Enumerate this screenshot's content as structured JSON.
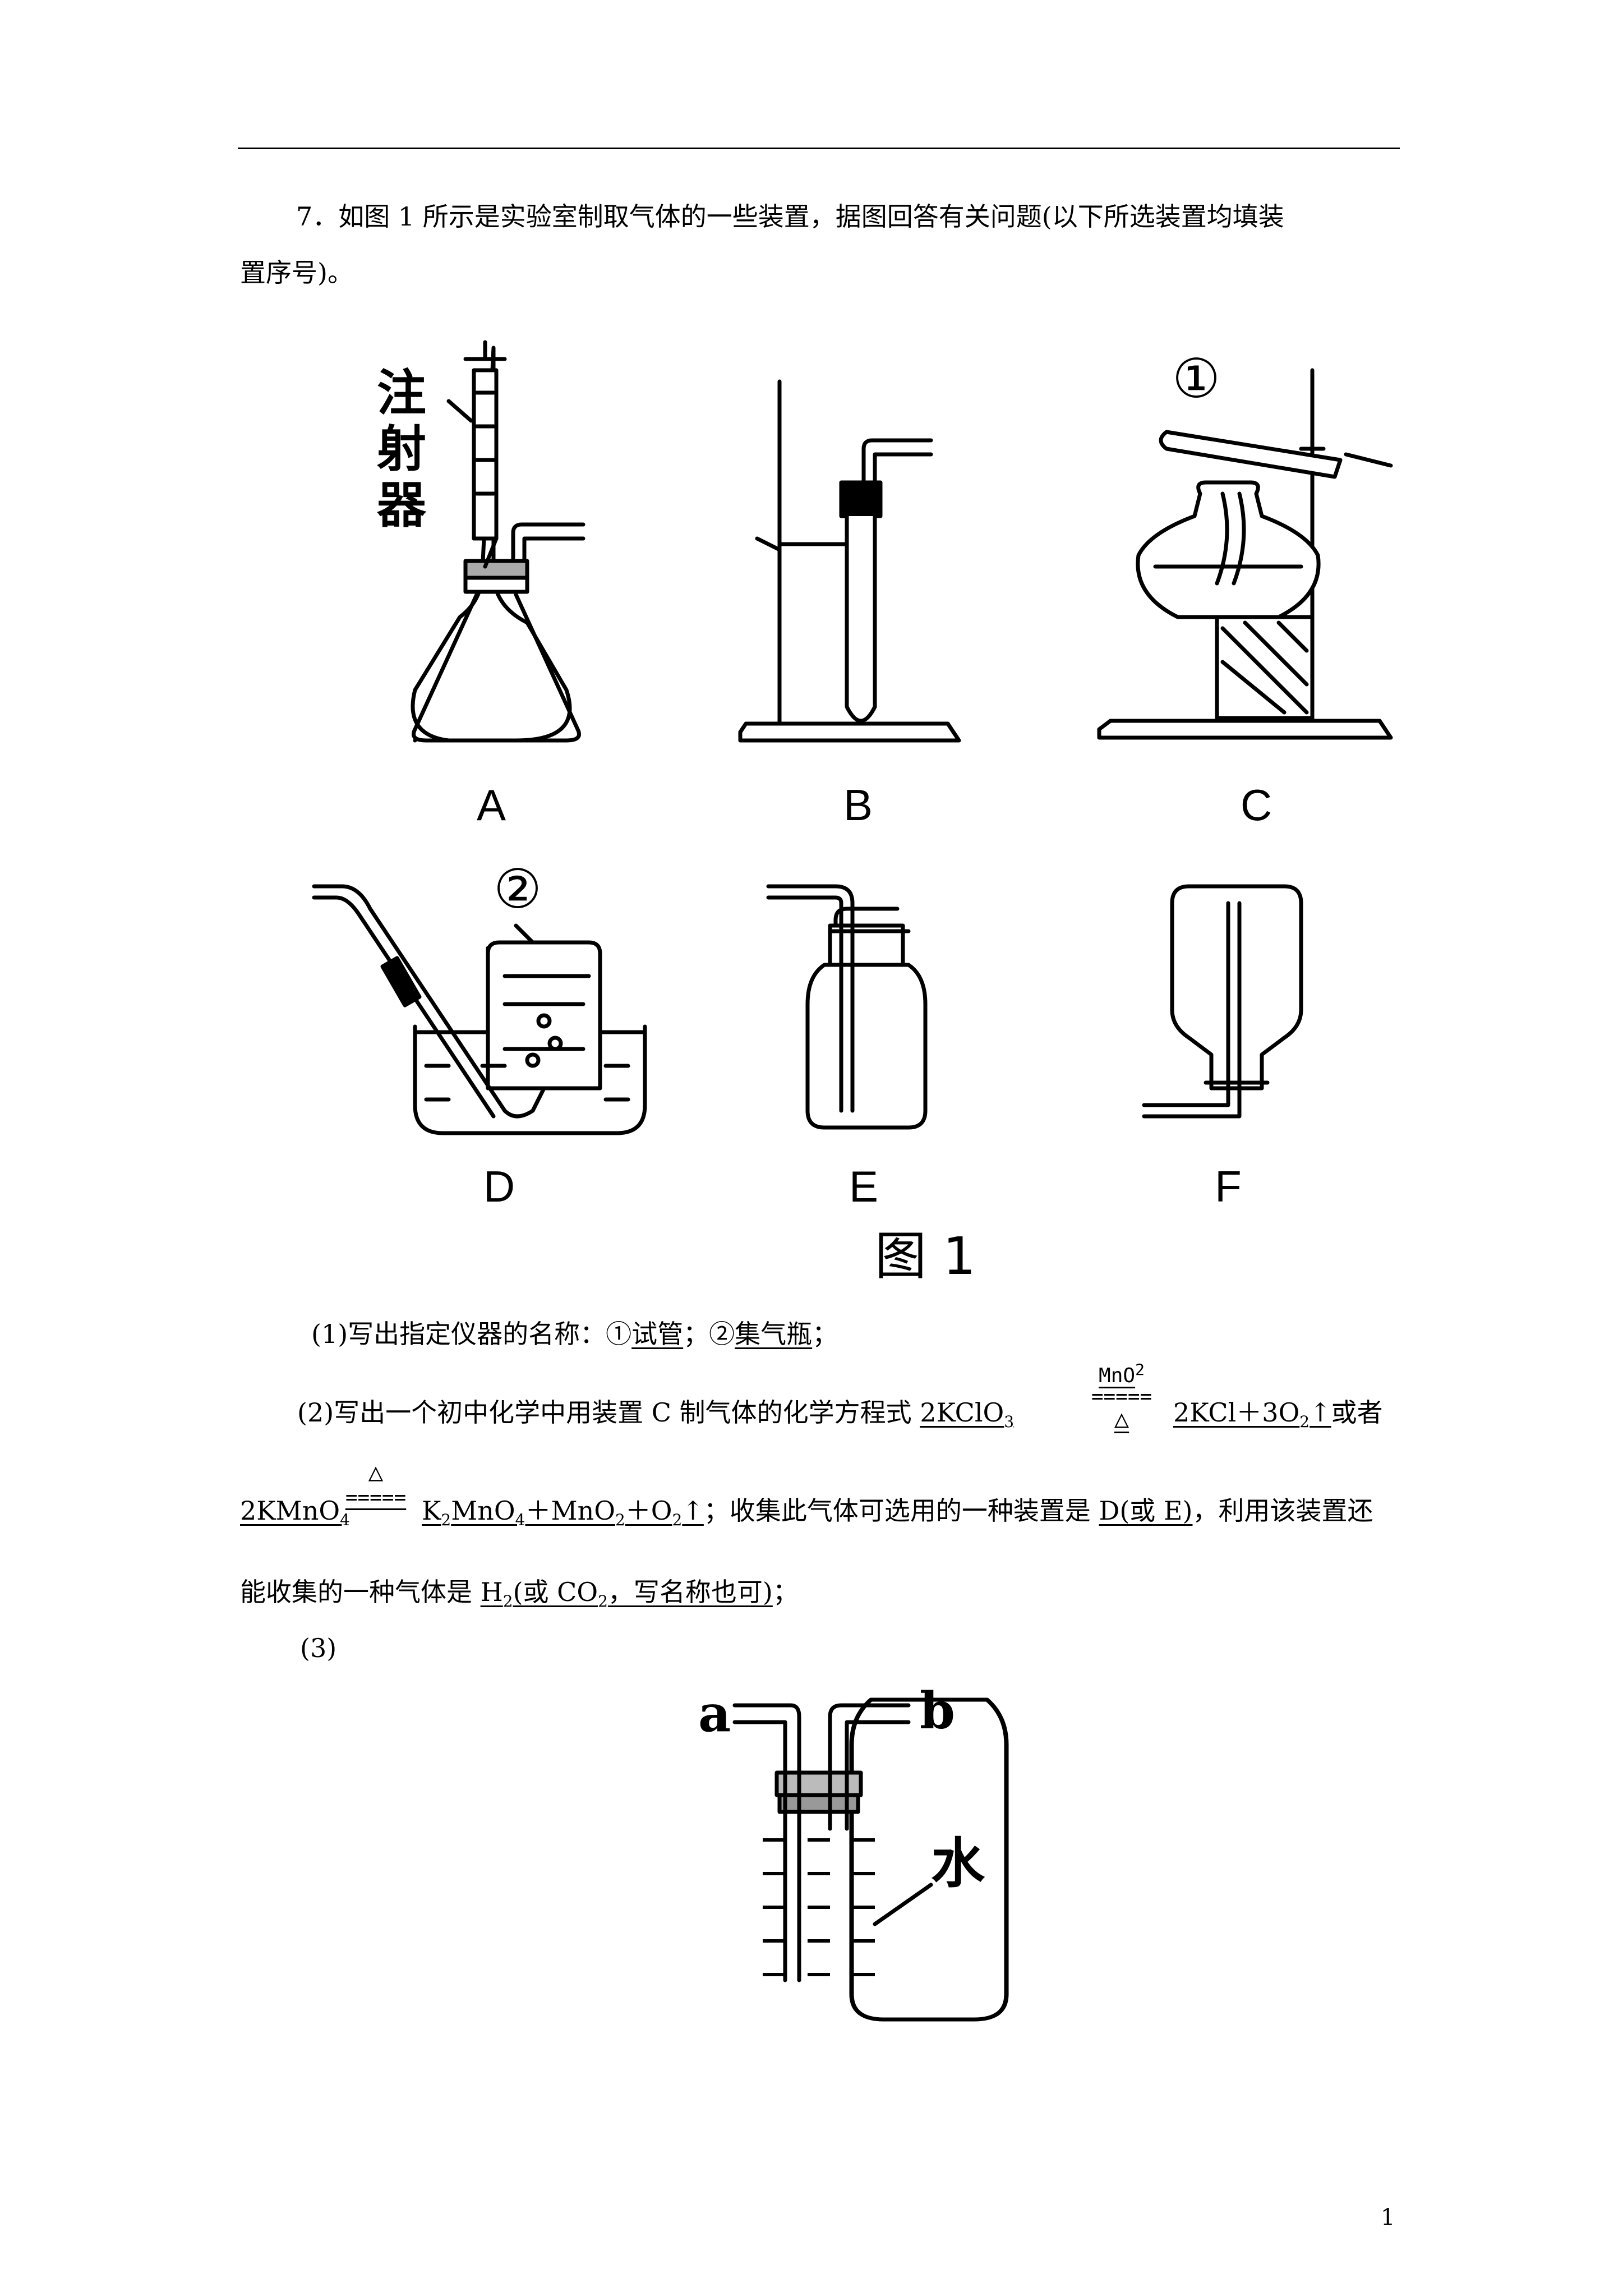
{
  "question": {
    "line1": "7．如图 1 所示是实验室制取气体的一些装置，据图回答有关问题(以下所选装置均填装",
    "line2": "置序号)。"
  },
  "figure1": {
    "labels": [
      "A",
      "B",
      "C",
      "D",
      "E",
      "F"
    ],
    "caption": "图 1",
    "syringe_label": [
      "注",
      "射",
      "器"
    ],
    "marker1": "①",
    "marker2": "②"
  },
  "part1": {
    "prefix": "(1)写出指定仪器的名称：①",
    "ans1": "试管",
    "mid": "；②",
    "ans2": "集气瓶",
    "end": "；"
  },
  "part2": {
    "prefix": "(2)写出一个初中化学中用装置 C 制气体的化学方程式 ",
    "eq1_left": "2KClO",
    "eq1_left_sub": "3",
    "eq1_top": "MnO",
    "eq1_top_sup": "2",
    "eq1_sign": "=====",
    "eq1_bottom": "△",
    "eq1_right_a": "2KCl＋3O",
    "eq1_right_sub": "2",
    "eq1_right_b": "↑",
    "or": "或者",
    "eq2_left": "2KMnO",
    "eq2_left_sub": "4",
    "eq2_top": "△",
    "eq2_sign": "=====",
    "eq2_r1": "K",
    "eq2_r1_sub": "2",
    "eq2_r2": "MnO",
    "eq2_r2_sub": "4",
    "eq2_r3": "＋MnO",
    "eq2_r3_sub": "2",
    "eq2_r4": "＋O",
    "eq2_r4_sub": "2",
    "eq2_r5": "↑",
    "collect_text": "；收集此气体可选用的一种装置是 ",
    "collect_ans": "D(或 E)",
    "also_text": "，利用该装置还",
    "line3_prefix": "能收集的一种气体是 ",
    "gas_a": "H",
    "gas_sub": "2",
    "gas_b": "(或 CO",
    "gas_sub2": "2",
    "gas_c": "，写名称也可)",
    "line3_end": "；"
  },
  "part3": {
    "label": "(3)",
    "tube_a": "a",
    "tube_b": "b",
    "water": "水"
  },
  "page_number": "1"
}
